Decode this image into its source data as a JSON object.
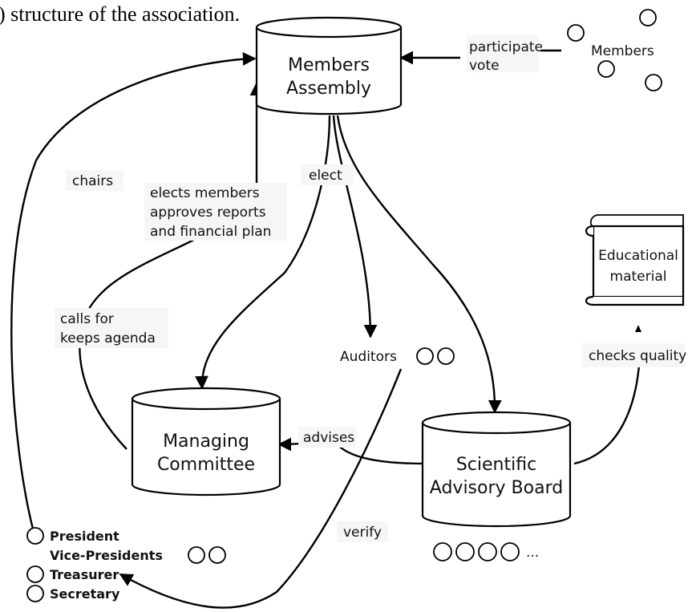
{
  "caption": ") structure of the association.",
  "nodes": {
    "members_assembly": [
      "Members",
      "Assembly"
    ],
    "managing_committee": [
      "Managing",
      "Committee"
    ],
    "scientific_board": [
      "Scientific",
      "Advisory Board"
    ],
    "educational_material": [
      "Educational",
      "material"
    ],
    "members": "Members",
    "auditors": "Auditors"
  },
  "edge_labels": {
    "participate_vote": [
      "participate",
      "vote"
    ],
    "elect": "elect",
    "chairs": "chairs",
    "elects_members": [
      "elects members",
      "approves reports",
      "and financial plan"
    ],
    "calls_for": [
      "calls for",
      "keeps agenda"
    ],
    "advises": "advises",
    "checks_quality": "checks quality",
    "verify": "verify"
  },
  "roles": [
    "President",
    "Vice-Presidents",
    "Treasurer",
    "Secretary"
  ],
  "board_ellipsis": "..."
}
